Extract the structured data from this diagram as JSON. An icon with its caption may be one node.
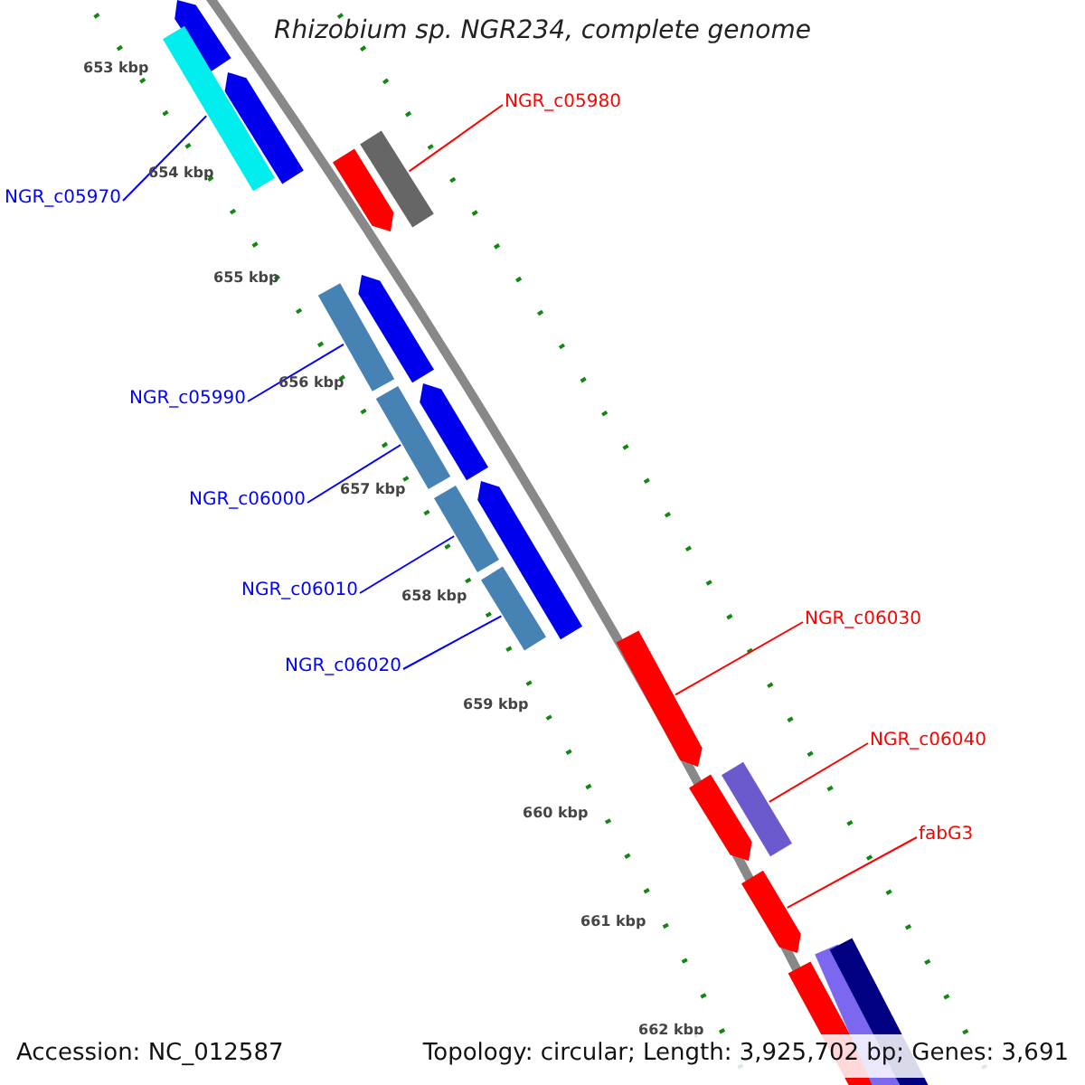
{
  "diagram": {
    "title": "Rhizobium sp. NGR234, complete genome",
    "nodes": [
      {
        "text": [],
        "shape": "bar"
      },
      {
        "text": [],
        "shape": "bar"
      },
      {
        "text": [],
        "shape": "bar"
      },
      {
        "text": [],
        "shape": "bar"
      },
      {
        "text": [],
        "shape": "bar"
      },
      {
        "text": [
          "NGR_c05980"
        ]
      },
      {
        "text": [
          "NGR_c05970"
        ]
      },
      {
        "text": [],
        "shape": "bar"
      },
      {
        "text": [],
        "shape": "bar"
      },
      {
        "text": [
          "NGR_c05990"
        ]
      },
      {
        "text": [],
        "shape": "bar"
      },
      {
        "text": [],
        "shape": "bar"
      },
      {
        "text": [
          "NGR_c06000"
        ]
      },
      {
        "text": [],
        "shape": "bar"
      },
      {
        "text": [],
        "shape": "bar"
      },
      {
        "text": [
          "NGR_c06010"
        ]
      },
      {
        "text": [],
        "shape": "bar"
      },
      {
        "text": [
          "NGR_c06020"
        ]
      },
      {
        "text": [
          "NGR_c06030"
        ]
      },
      {
        "text": [],
        "shape": "bar"
      },
      {
        "text": [
          "NGR_c06040"
        ]
      },
      {
        "text": [],
        "shape": "bar"
      },
      {
        "text": [],
        "shape": "bar"
      },
      {
        "text": [
          "fabG3"
        ]
      },
      {
        "text": [],
        "shape": "bar"
      },
      {
        "text": [],
        "shape": "bar"
      },
      {
        "text": [],
        "shape": "bar"
      },
      {
        "text": [],
        "shape": "bar"
      }
    ],
    "edges": [
      {
        "from": 6,
        "to": 1,
        "arrow": "none"
      },
      {
        "from": 5,
        "to": 3,
        "arrow": "none",
        "color": "#ff0000"
      },
      {
        "from": 9,
        "to": 7,
        "arrow": "none"
      },
      {
        "from": 12,
        "to": 10,
        "arrow": "none"
      },
      {
        "from": 15,
        "to": 13,
        "arrow": "none"
      },
      {
        "from": 17,
        "to": 16,
        "arrow": "none"
      },
      {
        "from": 18,
        "to": 19,
        "arrow": "none",
        "color": "#ff0000"
      },
      {
        "from": 20,
        "to": 21,
        "arrow": "none",
        "color": "#ff0000"
      },
      {
        "from": 23,
        "to": 24,
        "arrow": "none",
        "color": "#ff0000"
      }
    ],
    "labels": [
      "653 kbp",
      "654 kbp",
      "655 kbp",
      "656 kbp",
      "657 kbp",
      "658 kbp",
      "659 kbp",
      "660 kbp",
      "661 kbp",
      "662 kbp",
      "Accession: NC_012587",
      "Topology: circular; Length: 3,925,702 bp; Genes: 3,691"
    ]
  }
}
